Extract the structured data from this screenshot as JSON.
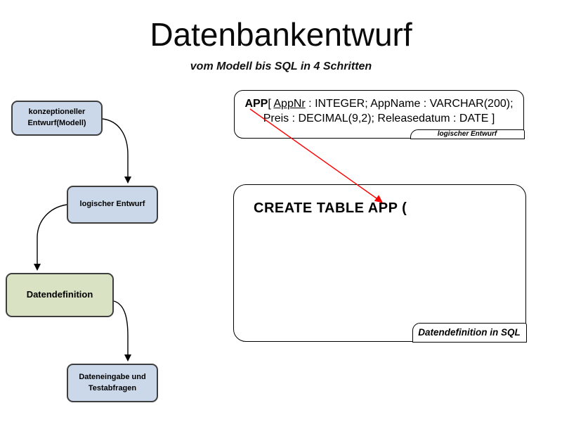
{
  "slide": {
    "title": "Datenbankentwurf",
    "subtitle": "vom Modell bis SQL in 4 Schritten"
  },
  "flowchart": {
    "steps": [
      {
        "label": "konzeptioneller Entwurf(Modell)"
      },
      {
        "label": "logischer Entwurf"
      },
      {
        "label": "Datendefinition"
      },
      {
        "label": "Dateneingabe und Testabfragen"
      }
    ]
  },
  "logical_design": {
    "entity": "APP",
    "bracket_open": "[ ",
    "primary_key": "AppNr",
    "line1_rest": " : INTEGER; AppName : VARCHAR(200);",
    "line2": "Preis : DECIMAL(9,2); Releasedatum : DATE ]",
    "tab_label": "logischer Entwurf"
  },
  "sql_definition": {
    "statement": "CREATE TABLE APP (",
    "tab_label": "Datendefinition in SQL"
  },
  "colors": {
    "step_fill_blue": "#cbd8e9",
    "step_fill_green": "#d9e3c3",
    "box_border": "#3e3e3e",
    "panel_border": "#000000",
    "arrow_black": "#000000",
    "arrow_red": "#ff0000"
  }
}
